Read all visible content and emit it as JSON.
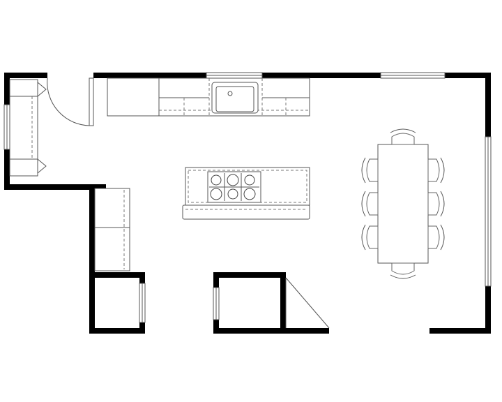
{
  "plan": {
    "kind": "kitchen-floor-plan",
    "colors": {
      "wall": "#000000",
      "line": "#555555",
      "dashed": "#777777",
      "background": "#ffffff"
    },
    "fixtures": {
      "sink": "double-basin-sink",
      "cooktop": "six-burner-range",
      "dining_chairs": 8
    }
  }
}
